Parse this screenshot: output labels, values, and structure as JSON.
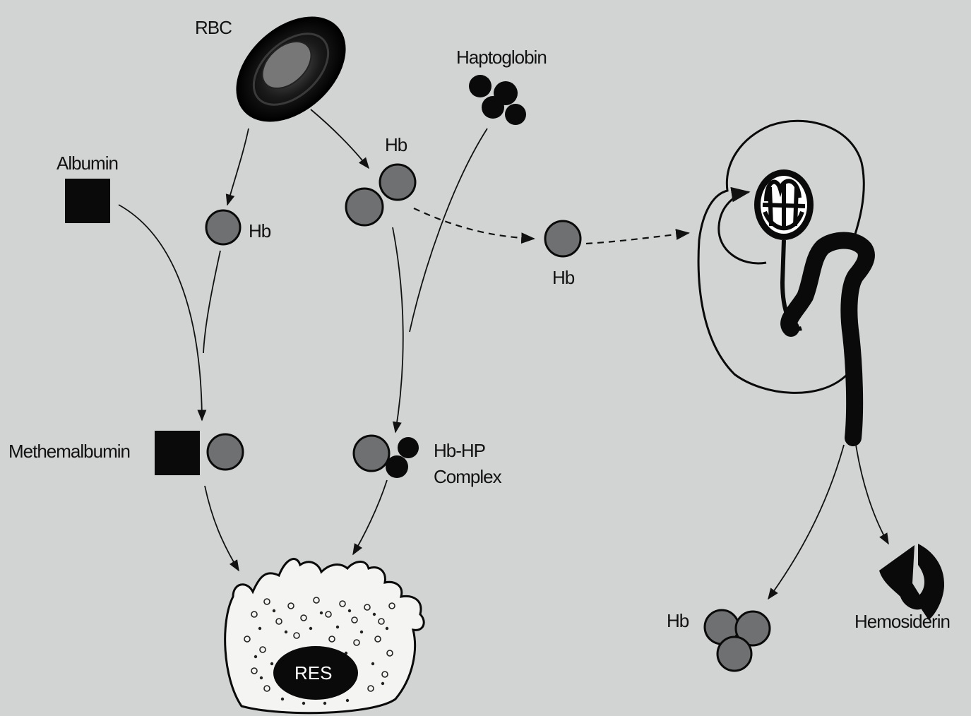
{
  "labels": {
    "rbc": "RBC",
    "haptoglobin": "Haptoglobin",
    "albumin": "Albumin",
    "hb_left": "Hb",
    "hb_center": "Hb",
    "hb_right": "Hb",
    "hb_bottom": "Hb",
    "methemalbumin": "Methemalbumin",
    "hb_hp_line1": "Hb-HP",
    "hb_hp_line2": "Complex",
    "res": "RES",
    "hemosiderin": "Hemosiderin"
  },
  "colors": {
    "background": "#d2d4d3",
    "hemoglobin": "#6f7071",
    "black": "#0a0a0a",
    "cell_fill": "#f4f4f2"
  }
}
